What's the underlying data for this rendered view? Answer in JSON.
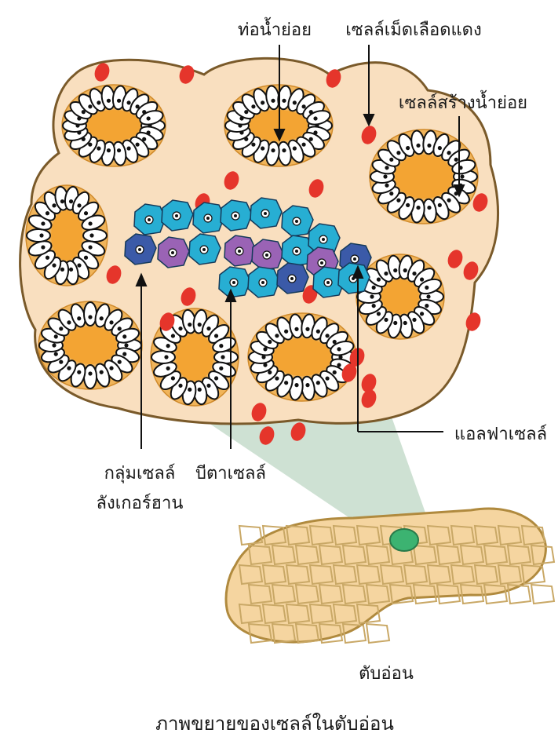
{
  "labels": {
    "duct": "ท่อน้ำย่อย",
    "red_blood_cell": "เซลล์เม็ดเลือดแดง",
    "enzyme_cell": "เซลล์สร้างน้ำย่อย",
    "alpha_cell": "แอลฟาเซลล์",
    "beta_cell": "บีตาเซลล์",
    "islet_line1": "กลุ่มเซลล์",
    "islet_line2": "ลังเกอร์ฮาน",
    "pancreas": "ตับอ่อน"
  },
  "caption": "ภาพขยายของเซลล์ในตับอ่อน",
  "colors": {
    "tissue": "#f9dfbf",
    "outline": "#7a5a2a",
    "acinus_core": "#f3a433",
    "cell": "#ffffff",
    "nucleus": "#111111",
    "rbc": "#e5352b",
    "beta": "#27aed3",
    "alpha": "#3b5aa8",
    "delta": "#9a63b5",
    "zoom_cone": "#c6dccb",
    "islet_highlight": "#3cb371"
  }
}
